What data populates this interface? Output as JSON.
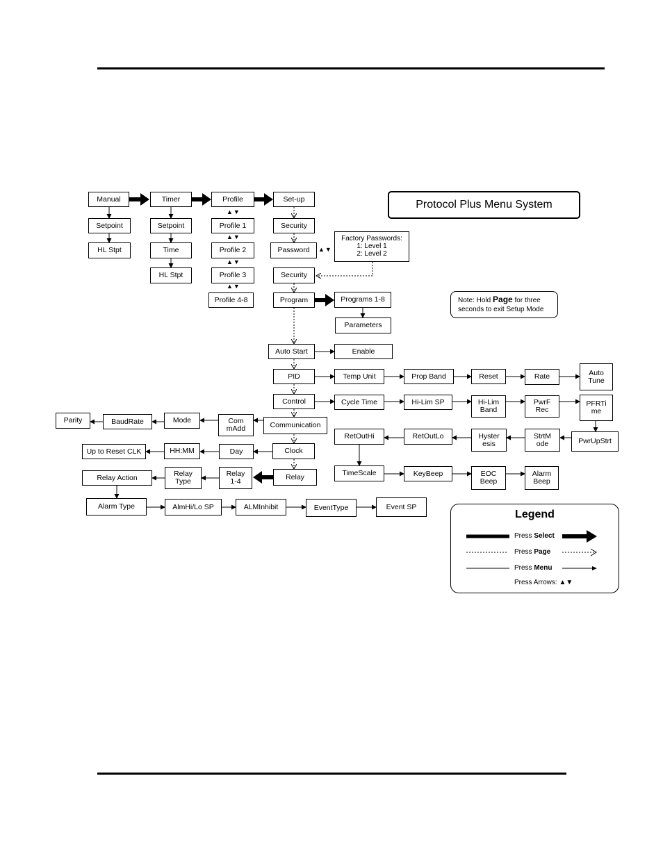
{
  "title": "Protocol Plus Menu System",
  "note": {
    "prefix": "Note: Hold",
    "key": "Page",
    "suffix": "for three",
    "line2": "seconds to exit Setup Mode"
  },
  "factory_passwords": {
    "title": "Factory Passwords:",
    "line1": "1: Level 1",
    "line2": "2: Level 2"
  },
  "arrows_symbol": "▲▼",
  "nodes": {
    "manual": "Manual",
    "timer": "Timer",
    "profile": "Profile",
    "setup": "Set-up",
    "setpoint1": "Setpoint",
    "hlstpt1": "HL Stpt",
    "setpoint2": "Setpoint",
    "time": "Time",
    "hlstpt2": "HL Stpt",
    "profile1": "Profile 1",
    "profile2": "Profile 2",
    "profile3": "Profile 3",
    "profile48": "Profile 4-8",
    "security1": "Security",
    "password": "Password",
    "security2": "Security",
    "program": "Program",
    "programs18": "Programs 1-8",
    "parameters": "Parameters",
    "autostart": "Auto Start",
    "enable": "Enable",
    "pid": "PID",
    "tempunit": "Temp Unit",
    "propband": "Prop Band",
    "reset": "Reset",
    "rate": "Rate",
    "autotune": "Auto\nTune",
    "control": "Control",
    "cycletime": "Cycle Time",
    "hilimsp": "Hi-Lim SP",
    "hilimband": "Hi-Lim\nBand",
    "pwrfrec": "PwrF\nRec",
    "pfrtime": "PFRTi\nme",
    "communication": "Communication",
    "commadd": "Com\nmAdd",
    "mode": "Mode",
    "baudrate": "BaudRate",
    "parity": "Parity",
    "retouthi": "RetOutHi",
    "retoutlo": "RetOutLo",
    "hysteresis": "Hyster\nesis",
    "strtmode": "StrtM\node",
    "pwrupstrt": "PwrUpStrt",
    "clock": "Clock",
    "day": "Day",
    "hhmm": "HH:MM",
    "uptoreset": "Up to Reset CLK",
    "timescale": "TimeScale",
    "keybeep": "KeyBeep",
    "eocbeep": "EOC\nBeep",
    "alarmbeep": "Alarm\nBeep",
    "relay": "Relay",
    "relay14": "Relay\n1-4",
    "relaytype": "Relay\nType",
    "relayaction": "Relay Action",
    "alarmtype": "Alarm Type",
    "almhilosp": "AlmHi/Lo SP",
    "alminhibit": "ALMInhibit",
    "eventtype": "EventType",
    "eventsp": "Event SP"
  },
  "legend": {
    "title": "Legend",
    "select_prefix": "Press ",
    "select_key": "Select",
    "page_prefix": "Press ",
    "page_key": "Page",
    "menu_prefix": "Press ",
    "menu_key": "Menu",
    "arrows_label": "Press Arrows: ▲▼"
  }
}
